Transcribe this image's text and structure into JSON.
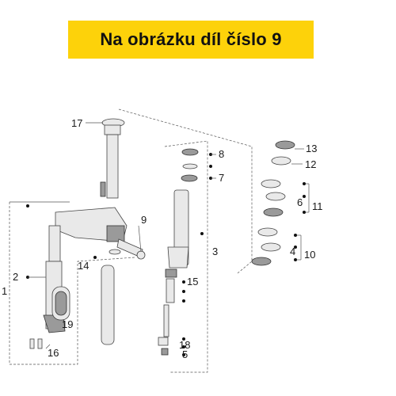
{
  "banner": {
    "title": "Na obrázku díl číslo 9",
    "background": "#fdd20a"
  },
  "callouts": [
    {
      "num": "17"
    },
    {
      "num": "8"
    },
    {
      "num": "7"
    },
    {
      "num": "13"
    },
    {
      "num": "12"
    },
    {
      "num": "6"
    },
    {
      "num": "11"
    },
    {
      "num": "9"
    },
    {
      "num": "3"
    },
    {
      "num": "4"
    },
    {
      "num": "10"
    },
    {
      "num": "2"
    },
    {
      "num": "1"
    },
    {
      "num": "14"
    },
    {
      "num": "15"
    },
    {
      "num": "19"
    },
    {
      "num": "18"
    },
    {
      "num": "5"
    },
    {
      "num": "16"
    }
  ]
}
